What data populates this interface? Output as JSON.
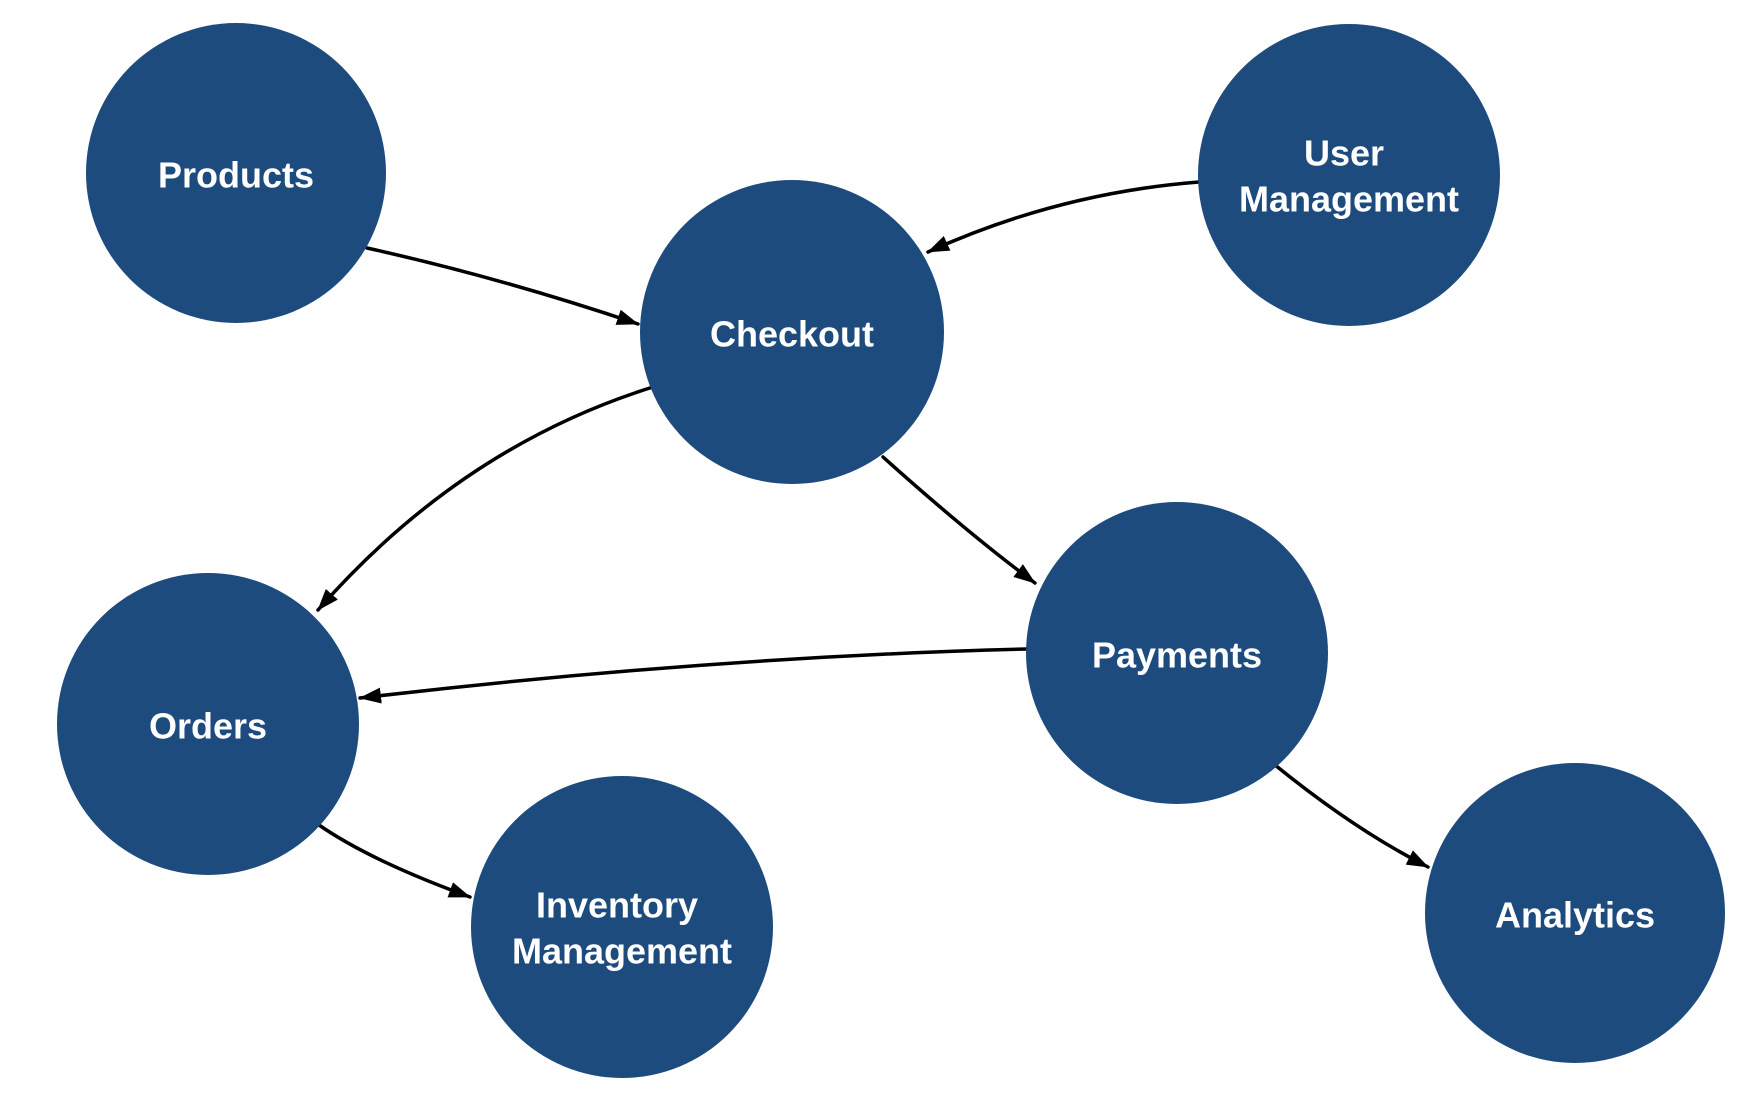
{
  "diagram": {
    "background_color": "#ffffff",
    "colors": {
      "node_fill": "#1d4b7d",
      "edge": "#000000",
      "label": "#ffffff"
    },
    "nodes": [
      {
        "id": "products",
        "label": "Products",
        "lines": [
          "Products"
        ]
      },
      {
        "id": "user-management",
        "label": "User Management",
        "lines": [
          "User",
          "Management"
        ]
      },
      {
        "id": "checkout",
        "label": "Checkout",
        "lines": [
          "Checkout"
        ]
      },
      {
        "id": "payments",
        "label": "Payments",
        "lines": [
          "Payments"
        ]
      },
      {
        "id": "orders",
        "label": "Orders",
        "lines": [
          "Orders"
        ]
      },
      {
        "id": "inventory-management",
        "label": "Inventory Management",
        "lines": [
          "Inventory",
          "Management"
        ]
      },
      {
        "id": "analytics",
        "label": "Analytics",
        "lines": [
          "Analytics"
        ]
      }
    ],
    "edges": [
      {
        "from": "Products",
        "to": "Checkout"
      },
      {
        "from": "User Management",
        "to": "Checkout"
      },
      {
        "from": "Checkout",
        "to": "Orders"
      },
      {
        "from": "Checkout",
        "to": "Payments"
      },
      {
        "from": "Payments",
        "to": "Orders"
      },
      {
        "from": "Orders",
        "to": "Inventory Management"
      },
      {
        "from": "Payments",
        "to": "Analytics"
      }
    ]
  }
}
